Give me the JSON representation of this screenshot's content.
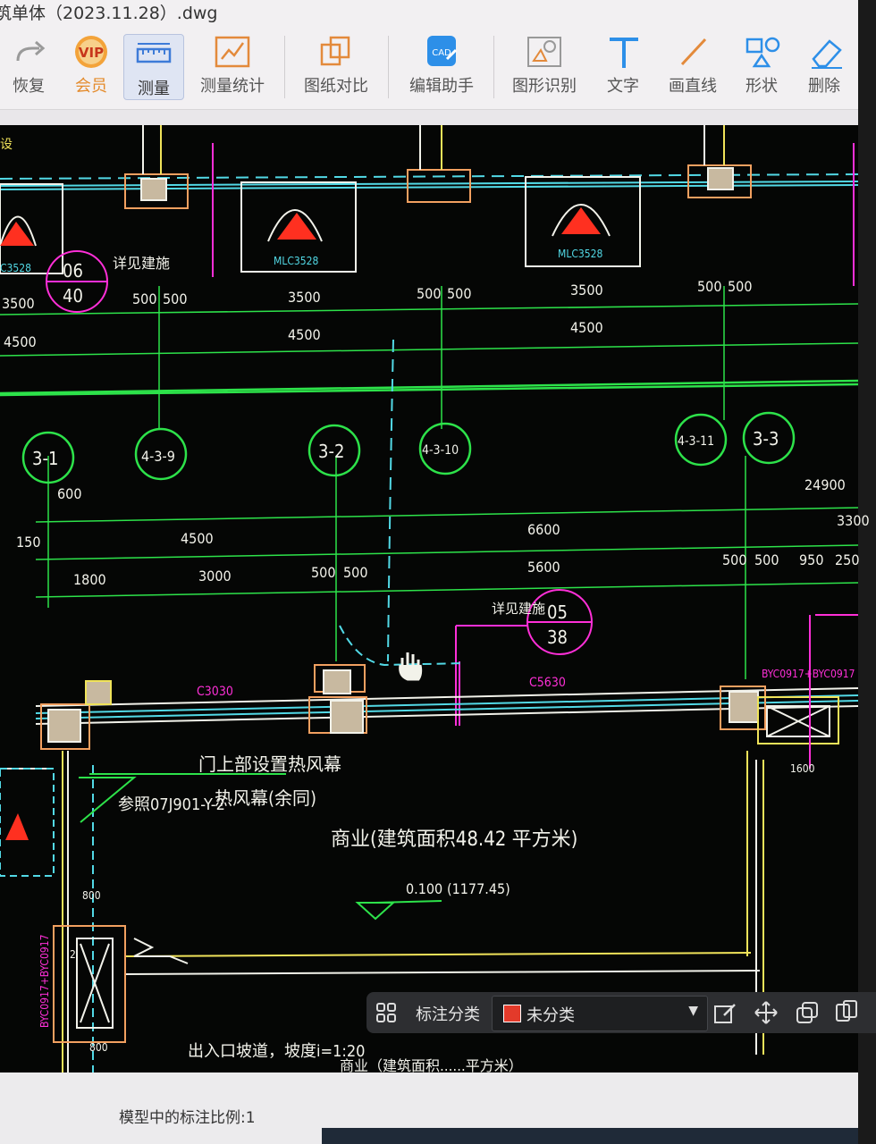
{
  "window": {
    "title": "筑单体（2023.11.28）.dwg"
  },
  "toolbar": {
    "items": [
      {
        "id": "undo",
        "label": "恢复",
        "icon": "redo-arrow-icon"
      },
      {
        "id": "vip",
        "label": "会员",
        "icon": "vip-badge-icon"
      },
      {
        "id": "measure",
        "label": "测量",
        "icon": "ruler-icon",
        "active": true
      },
      {
        "id": "measure_stats",
        "label": "测量统计",
        "icon": "measure-stats-icon"
      },
      {
        "id": "compare",
        "label": "图纸对比",
        "icon": "compare-icon"
      },
      {
        "id": "edit_assist",
        "label": "编辑助手",
        "icon": "cad-edit-icon"
      },
      {
        "id": "shape_recog",
        "label": "图形识别",
        "icon": "shape-recognize-icon"
      },
      {
        "id": "text",
        "label": "文字",
        "icon": "text-t-icon"
      },
      {
        "id": "line",
        "label": "画直线",
        "icon": "draw-line-icon"
      },
      {
        "id": "shape",
        "label": "形状",
        "icon": "shapes-icon"
      },
      {
        "id": "delete",
        "label": "删除",
        "icon": "eraser-icon"
      }
    ]
  },
  "drawing": {
    "top_labels": {
      "win1": "C3528",
      "win2": "MLC3528",
      "win3": "MLC3528",
      "left_frag": "设"
    },
    "detail_callouts": [
      {
        "top": "06",
        "bottom": "40",
        "note": "详见建施"
      },
      {
        "top": "05",
        "bottom": "38",
        "note": "详见建施"
      }
    ],
    "dims_row1": [
      "3500",
      "500",
      "500",
      "3500",
      "500",
      "500",
      "3500",
      "500",
      "500"
    ],
    "dims_row2": [
      "4500",
      "4500",
      "4500"
    ],
    "axes": [
      "3-1",
      "4-3-9",
      "3-2",
      "4-3-10",
      "4-3-11",
      "3-3"
    ],
    "dims_row3": {
      "d600": "600",
      "d24900": "24900"
    },
    "dims_row4": [
      "150",
      "4500",
      "6600",
      "3300"
    ],
    "dims_row5": [
      "1800",
      "3000",
      "500",
      "500",
      "5600",
      "500",
      "500",
      "950",
      "250"
    ],
    "openings": {
      "c3030": "C3030",
      "c5630": "C5630",
      "byc": "BYC0917+BYC0917",
      "byc2": "BYC0917+BYC0917",
      "d1600": "1600",
      "d800a": "800",
      "d800b": "800",
      "n2": "2"
    },
    "notes": {
      "curtain": "门上部设置热风幕",
      "ref": "参照07J901-Y-2",
      "curtain2": "热风幕(余同)",
      "room": "商业(建筑面积48.42 平方米)",
      "elev": "0.100",
      "elev2": "(1177.45)",
      "ramp": "出入口坡道，坡度i=1:20",
      "cut": "商业（建筑面积……平方米）"
    }
  },
  "annotation_bar": {
    "label": "标注分类",
    "selected": "未分类",
    "swatch_color": "#e33a2a",
    "buttons": [
      "edit-icon",
      "move-icon",
      "copy-icon",
      "duplicate-icon"
    ]
  },
  "status": {
    "scale_text": "模型中的标注比例:1"
  },
  "colors": {
    "green": "#2de24a",
    "yellow": "#f0e35a",
    "cyan": "#52d9e6",
    "magenta": "#ff2fd8",
    "orange": "#f2a060",
    "red": "#ff3020",
    "white": "#f2f2ea"
  }
}
